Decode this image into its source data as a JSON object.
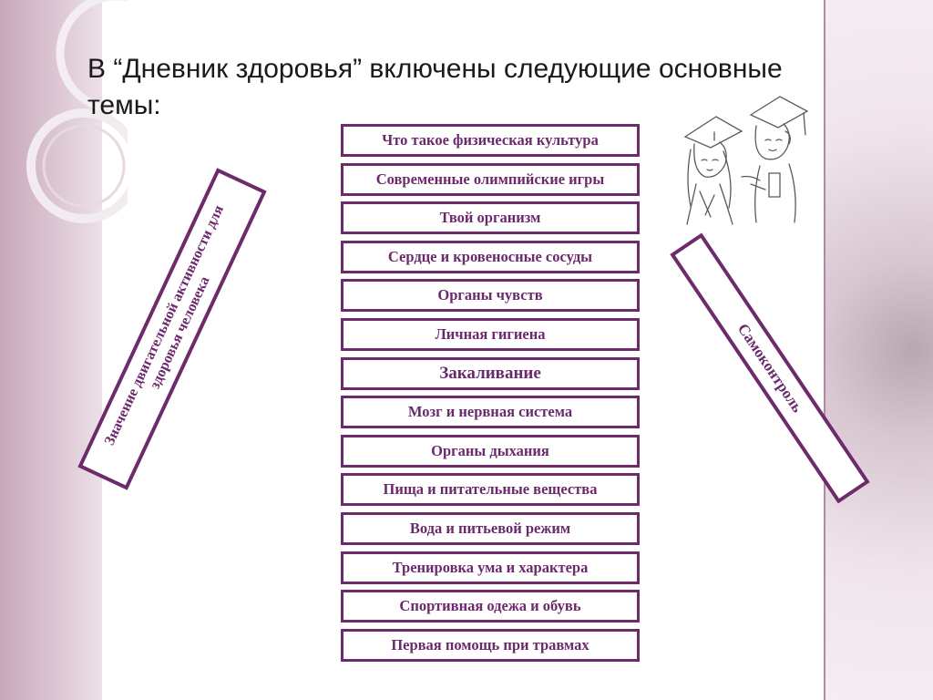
{
  "title": "В “Дневник здоровья” включены следующие основные темы:",
  "topics": [
    "Что такое физическая культура",
    "Современные олимпийские игры",
    "Твой организм",
    "Сердце и кровеносные сосуды",
    "Органы чувств",
    "Личная гигиена",
    "Закаливание",
    "Мозг и нервная система",
    "Органы дыхания",
    "Пища и питательные вещества",
    "Вода и питьевой режим",
    "Тренировка ума и характера",
    "Спортивная одежа и обувь",
    "Первая помощь при травмах"
  ],
  "left_banner": "Значение двигательной активности для здоровья человека",
  "right_banner": "Самоконтроль",
  "colors": {
    "accent": "#6d2b6b",
    "text_accent": "#6b2a6c",
    "left_panel": "#d6bccb",
    "right_panel": "#efe4eb"
  }
}
